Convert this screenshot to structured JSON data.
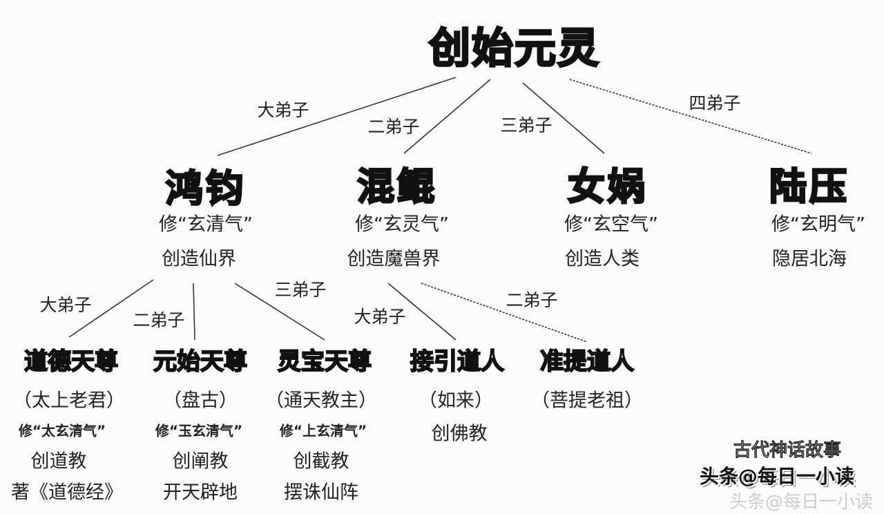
{
  "root": "创始元灵",
  "relations_root": [
    "大弟子",
    "二弟子",
    "三弟子",
    "四弟子"
  ],
  "level1": [
    {
      "name": "鸿钧",
      "cultivates": "修“玄清气”",
      "deed": "创造仙界"
    },
    {
      "name": "混鲲",
      "cultivates": "修“玄灵气”",
      "deed": "创造魔兽界"
    },
    {
      "name": "女娲",
      "cultivates": "修“玄空气”",
      "deed": "创造人类"
    },
    {
      "name": "陆压",
      "cultivates": "修“玄明气”",
      "deed": "隐居北海"
    }
  ],
  "relations_hongjun": [
    "大弟子",
    "二弟子",
    "三弟子"
  ],
  "relations_hunkun": [
    "大弟子",
    "二弟子"
  ],
  "level2": [
    {
      "name": "道德天尊",
      "alias": "（太上老君）",
      "cultivates": "修“太玄清气”",
      "deeds": [
        "创道教",
        "著《道德经》"
      ]
    },
    {
      "name": "元始天尊",
      "alias": "（盘古）",
      "cultivates": "修“玉玄清气”",
      "deeds": [
        "创阐教",
        "开天辟地"
      ]
    },
    {
      "name": "灵宝天尊",
      "alias": "（通天教主）",
      "cultivates": "修“上玄清气”",
      "deeds": [
        "创截教",
        "摆诛仙阵"
      ]
    },
    {
      "name": "接引道人",
      "alias": "（如来）",
      "deeds": [
        "创佛教"
      ]
    },
    {
      "name": "准提道人",
      "alias": "（菩提老祖）",
      "deeds": []
    }
  ],
  "watermark": {
    "top": "古代神话故事",
    "main": "头条@每日一小读",
    "shadow": "头条@每日一小读"
  }
}
